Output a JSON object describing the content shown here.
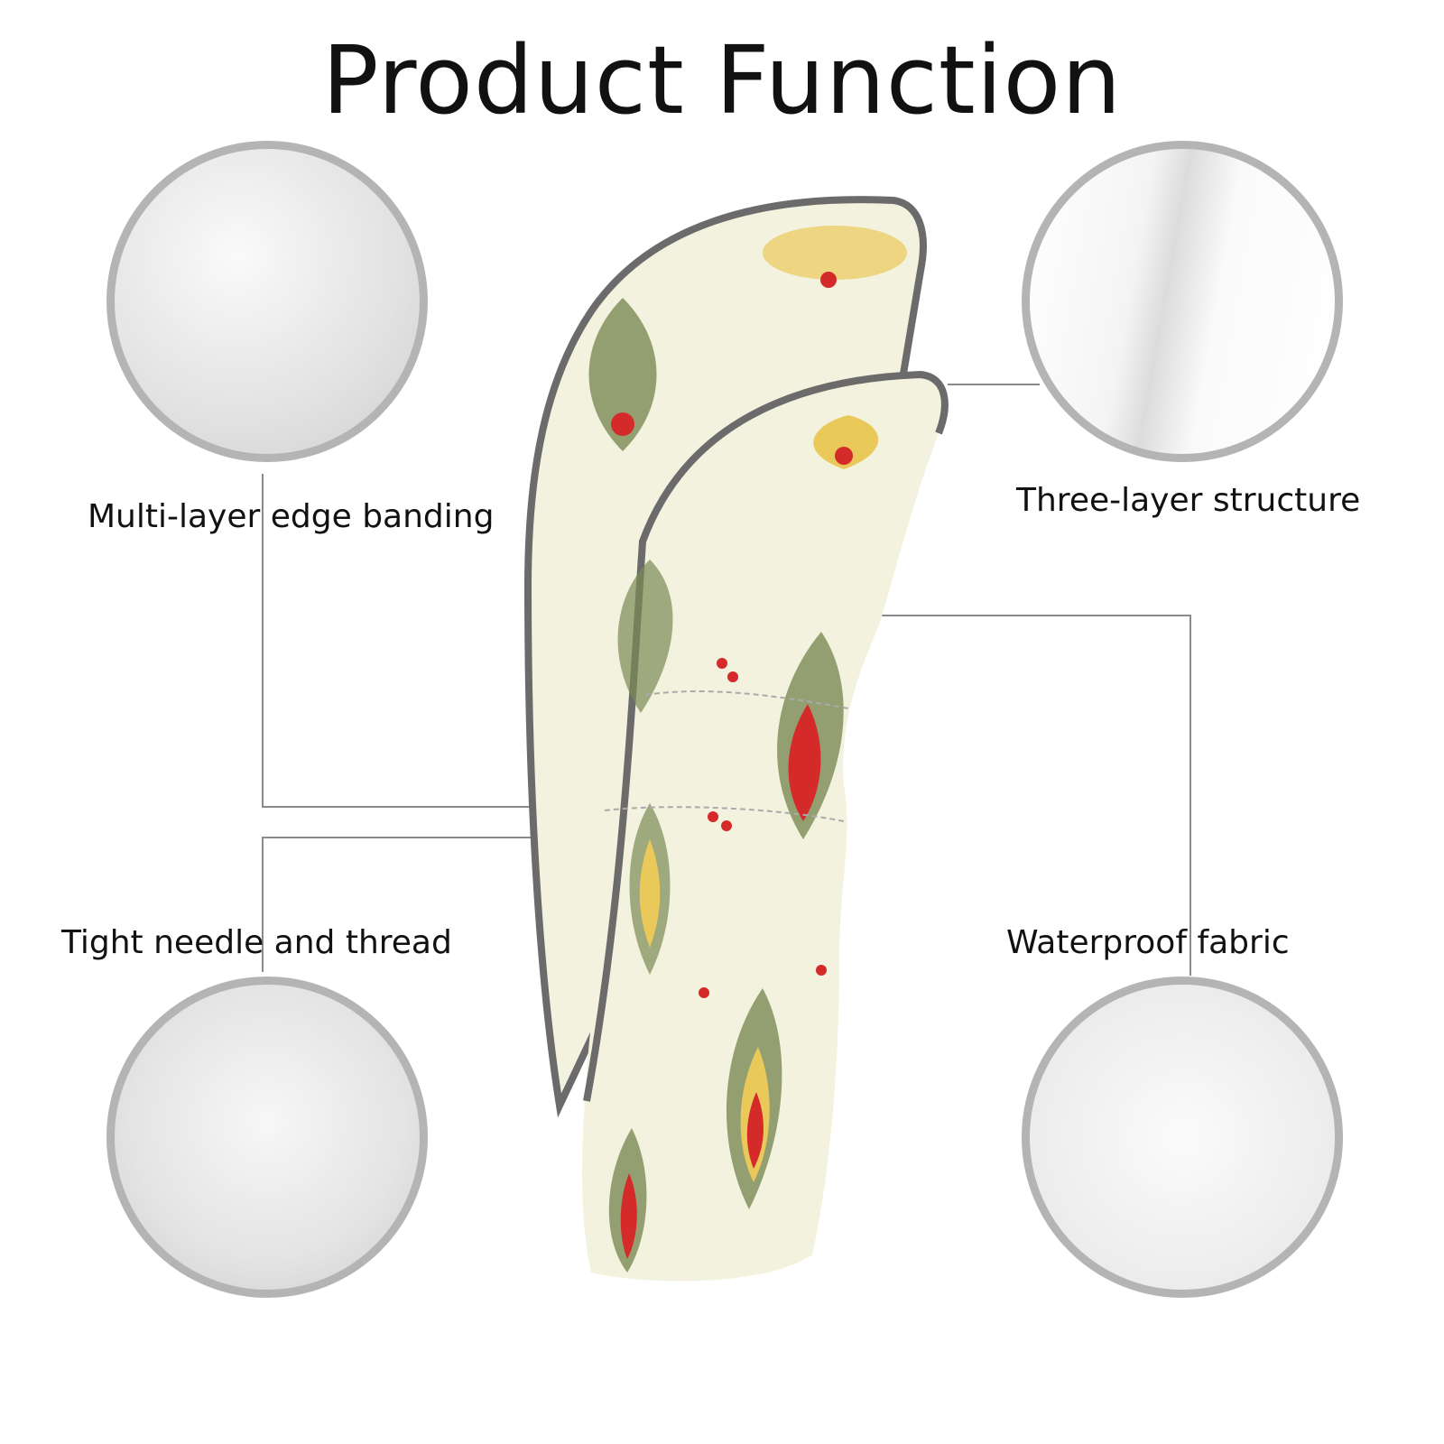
{
  "title": "Product Function",
  "features": [
    {
      "label": "Multi-layer edge banding"
    },
    {
      "label": "Three-layer structure"
    },
    {
      "label": "Tight needle and thread"
    },
    {
      "label": "Waterproof fabric"
    }
  ],
  "colors": {
    "border": "#b4b4b4",
    "fabric": "#f3f2de",
    "piping": "#6b6b6b",
    "red": "#d42a2a",
    "olive": "#7b8a55",
    "gold": "#e9c95a"
  }
}
